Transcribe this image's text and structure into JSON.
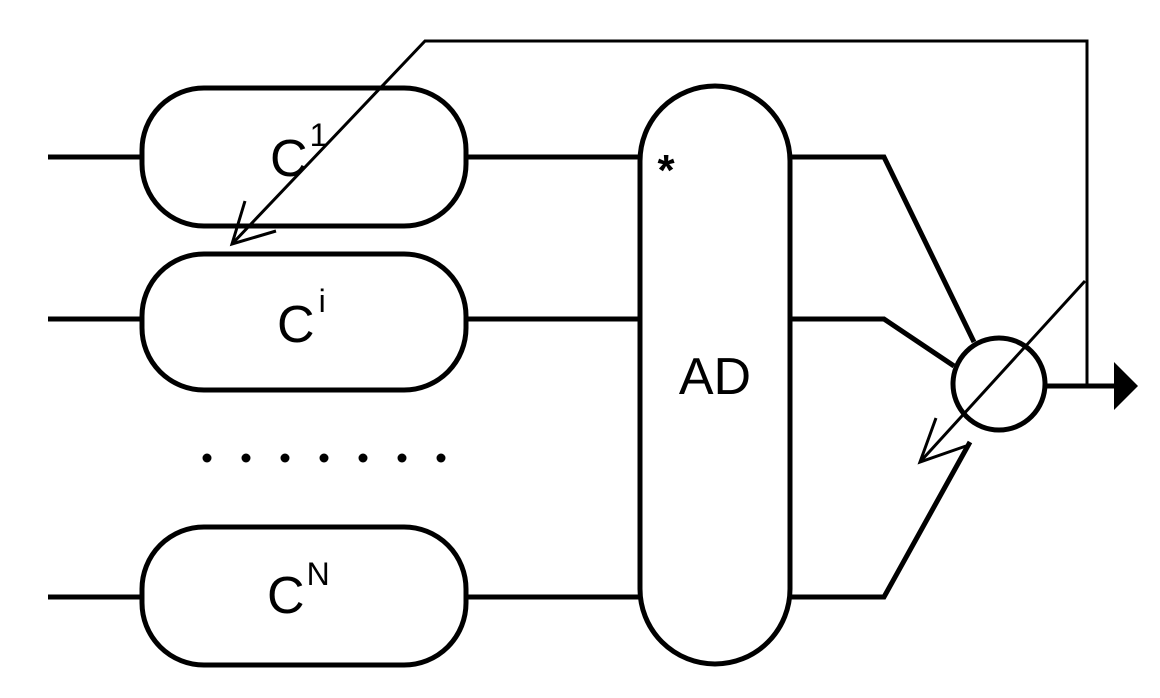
{
  "diagram": {
    "blocks": [
      {
        "base": "C",
        "sup": "1"
      },
      {
        "base": "C",
        "sup": "i"
      },
      {
        "base": "C",
        "sup": "N"
      }
    ],
    "ad": {
      "label": "AD",
      "marker": "*"
    },
    "ellipsis_dot_count": 7
  },
  "colors": {
    "stroke": "#000000",
    "background": "#ffffff"
  }
}
